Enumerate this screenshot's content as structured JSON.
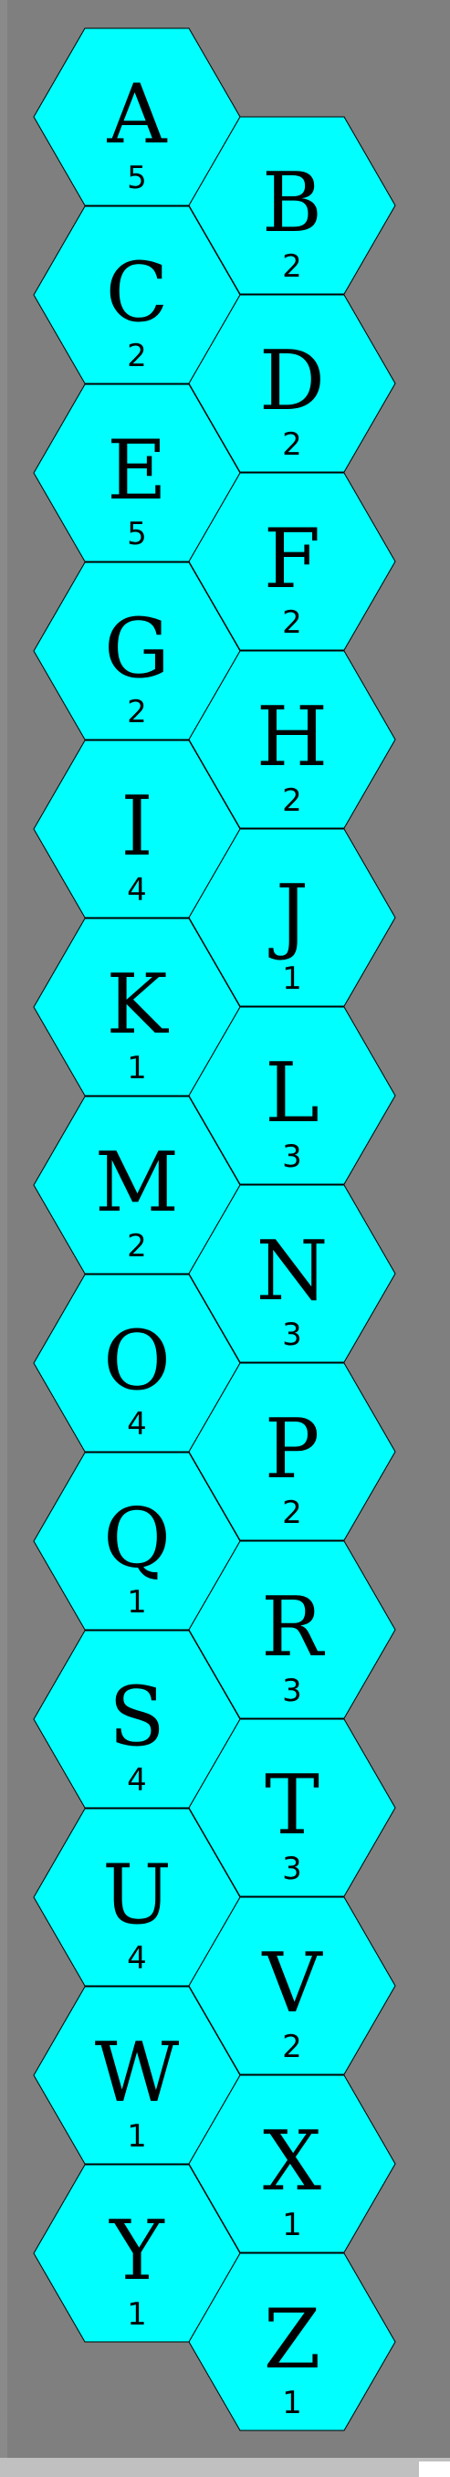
{
  "colors": {
    "background": "#7f7f7f",
    "tile_fill": "#00ffff",
    "tile_stroke": "#000000",
    "text": "#000000",
    "bottom_bar": "#c0c0c0"
  },
  "tiles": [
    {
      "letter": "A",
      "score": "5"
    },
    {
      "letter": "B",
      "score": "2"
    },
    {
      "letter": "C",
      "score": "2"
    },
    {
      "letter": "D",
      "score": "2"
    },
    {
      "letter": "E",
      "score": "5"
    },
    {
      "letter": "F",
      "score": "2"
    },
    {
      "letter": "G",
      "score": "2"
    },
    {
      "letter": "H",
      "score": "2"
    },
    {
      "letter": "I",
      "score": "4"
    },
    {
      "letter": "J",
      "score": "1"
    },
    {
      "letter": "K",
      "score": "1"
    },
    {
      "letter": "L",
      "score": "3"
    },
    {
      "letter": "M",
      "score": "2"
    },
    {
      "letter": "N",
      "score": "3"
    },
    {
      "letter": "O",
      "score": "4"
    },
    {
      "letter": "P",
      "score": "2"
    },
    {
      "letter": "Q",
      "score": "1"
    },
    {
      "letter": "R",
      "score": "3"
    },
    {
      "letter": "S",
      "score": "4"
    },
    {
      "letter": "T",
      "score": "3"
    },
    {
      "letter": "U",
      "score": "4"
    },
    {
      "letter": "V",
      "score": "2"
    },
    {
      "letter": "W",
      "score": "1"
    },
    {
      "letter": "X",
      "score": "1"
    },
    {
      "letter": "Y",
      "score": "1"
    },
    {
      "letter": "Z",
      "score": "1"
    }
  ]
}
